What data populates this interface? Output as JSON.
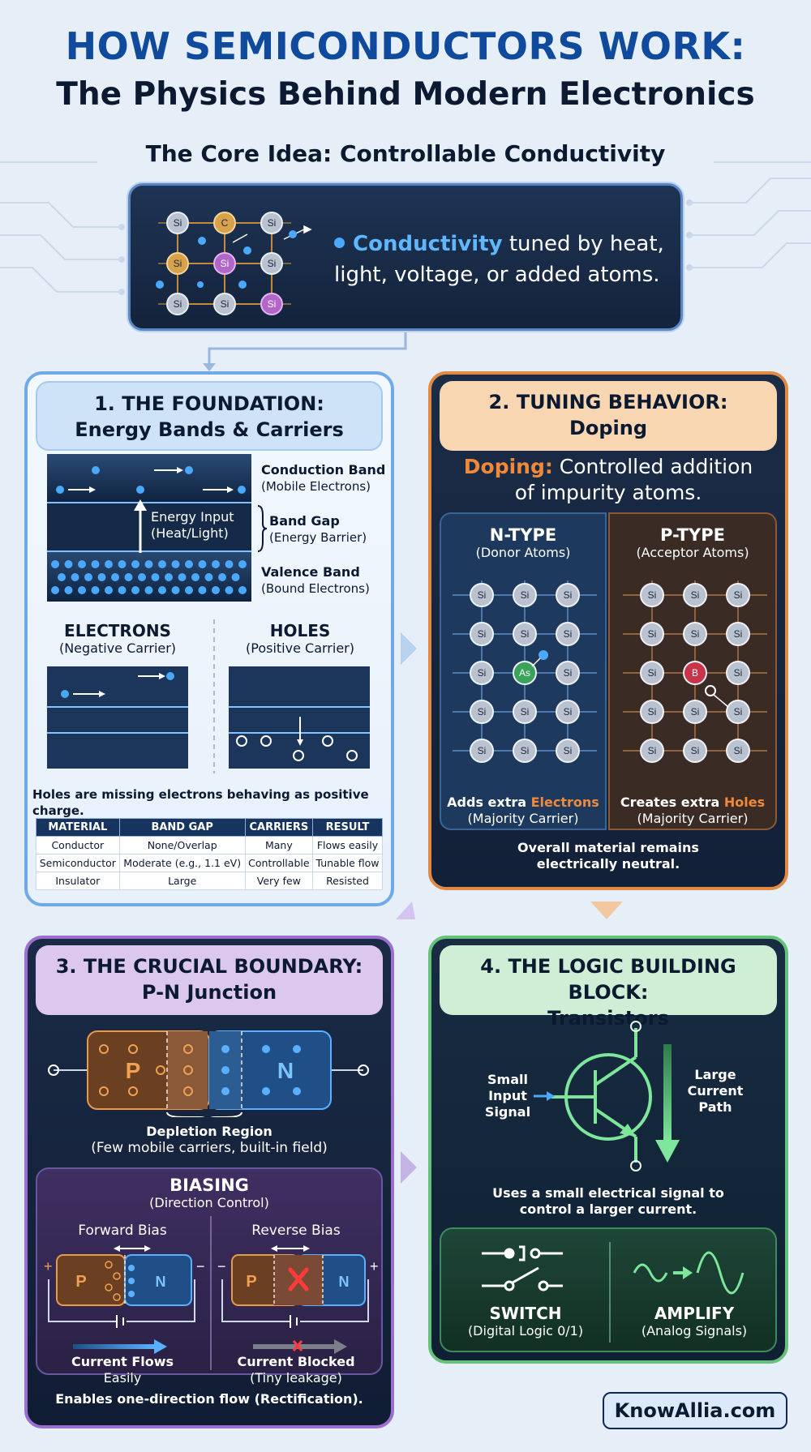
{
  "title": "HOW SEMICONDUCTORS WORK:",
  "subtitle": "The Physics Behind Modern Electronics",
  "core": {
    "heading": "The Core Idea: Controllable Conductivity",
    "highlight": "Conductivity",
    "text_line1_rest": " tuned by heat,",
    "text_line2": "light, voltage, or added atoms.",
    "atoms": [
      "Si",
      "C",
      "Si",
      "Si",
      "Si",
      "Si",
      "Si",
      "Si",
      "Si"
    ]
  },
  "panel1": {
    "header_line1": "1. THE FOUNDATION:",
    "header_line2": "Energy Bands & Carriers",
    "conduction_band": "Conduction Band",
    "conduction_band_sub": "(Mobile Electrons)",
    "band_gap": "Band Gap",
    "band_gap_sub": "(Energy Barrier)",
    "energy_input": "Energy Input",
    "energy_input_sub": "(Heat/Light)",
    "valence_band": "Valence Band",
    "valence_band_sub": "(Bound Electrons)",
    "electrons_title": "ELECTRONS",
    "electrons_sub": "(Negative Carrier)",
    "holes_title": "HOLES",
    "holes_sub": "(Positive Carrier)",
    "holes_note": "Holes are missing electrons behaving as positive charge.",
    "table": {
      "headers": [
        "MATERIAL",
        "BAND GAP",
        "CARRIERS",
        "RESULT"
      ],
      "rows": [
        [
          "Conductor",
          "None/Overlap",
          "Many",
          "Flows easily"
        ],
        [
          "Semiconductor",
          "Moderate (e.g., 1.1 eV)",
          "Controllable",
          "Tunable flow"
        ],
        [
          "Insulator",
          "Large",
          "Very few",
          "Resisted"
        ]
      ]
    }
  },
  "panel2": {
    "header_line1": "2. TUNING BEHAVIOR:",
    "header_line2": "Doping",
    "doping_label": "Doping:",
    "doping_rest": " Controlled addition",
    "doping_line2": "of impurity atoms.",
    "ntype_title": "N-TYPE",
    "ntype_sub": "(Donor Atoms)",
    "ptype_title": "P-TYPE",
    "ptype_sub": "(Acceptor Atoms)",
    "lattice_atom": "Si",
    "donor_atom": "As",
    "acceptor_atom": "B",
    "n_caption_pre": "Adds extra ",
    "n_caption_hl": "Electrons",
    "n_caption_sub": "(Majority Carrier)",
    "p_caption_pre": "Creates extra ",
    "p_caption_hl": "Holes",
    "p_caption_sub": "(Majority Carrier)",
    "neutral_line1": "Overall material remains",
    "neutral_line2": "electrically neutral."
  },
  "panel3": {
    "header_line1": "3. THE CRUCIAL BOUNDARY:",
    "header_line2": "P-N Junction",
    "p_label": "P",
    "n_label": "N",
    "depletion": "Depletion Region",
    "depletion_sub": "(Few mobile carriers, built-in field)",
    "biasing_title": "BIASING",
    "biasing_sub": "(Direction Control)",
    "forward_bias": "Forward Bias",
    "reverse_bias": "Reverse Bias",
    "plus": "+",
    "minus": "−",
    "forward_caption": "Current Flows",
    "forward_caption_sub": "Easily",
    "reverse_caption": "Current Blocked",
    "reverse_caption_sub": "(Tiny leakage)",
    "footer": "Enables one-direction flow (Rectification)."
  },
  "panel4": {
    "header_line1": "4. THE LOGIC BUILDING BLOCK:",
    "header_line2": "Transistors",
    "input_line1": "Small",
    "input_line2": "Input",
    "input_line3": "Signal",
    "output_line1": "Large",
    "output_line2": "Current",
    "output_line3": "Path",
    "desc_line1": "Uses a small electrical signal to",
    "desc_line2": "control a larger current.",
    "switch_title": "SWITCH",
    "switch_sub": "(Digital Logic 0/1)",
    "amplify_title": "AMPLIFY",
    "amplify_sub": "(Analog Signals)"
  },
  "brand": "KnowAllia.com",
  "colors": {
    "title_blue": "#0f4a9c",
    "electron_blue": "#4aa8ff",
    "doping_orange": "#f08a3a",
    "panel1_border": "#6fa9e8",
    "panel2_border": "#e28a42",
    "panel3_border": "#9a6fd0",
    "panel4_border": "#64c27a"
  }
}
